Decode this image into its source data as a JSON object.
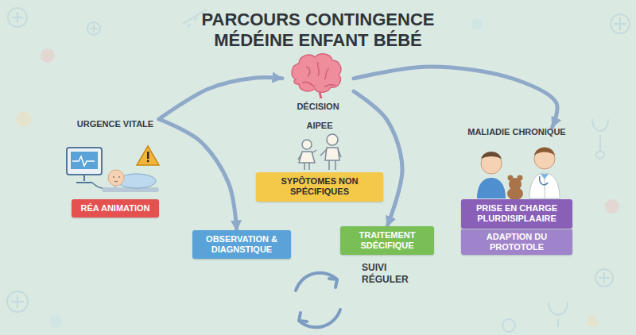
{
  "diagram": {
    "title": "PARCOURS CONTINGENCE MÉDÉINE ENFANT BÉBÉ",
    "nodes": [
      {
        "text": [
          "URGENCE VITALE",
          "RÉA ANIMATION"
        ]
      },
      {
        "text": [
          "DÉCISION"
        ]
      },
      {
        "text": [
          "AIPEE",
          "SYPÔTOMES NON SPÉCIFIQUES"
        ]
      },
      {
        "text": [
          "OBSERVATION & DIAGNSTIQUE"
        ]
      },
      {
        "text": [
          "TRAITEMENT SDÉCIFIQUE"
        ]
      },
      {
        "text": [
          "MALIADIE CHRONIQUE",
          "PRISE EN CHARGE PLURDISIPLAAIRE"
        ]
      },
      {
        "text": [
          "ADAPTION DU PROTOTOLE"
        ]
      }
    ],
    "edges": [
      {
        "from": 0,
        "to": 1,
        "arrow": "to"
      },
      {
        "from": 0,
        "to": 3,
        "arrow": "to"
      },
      {
        "from": 1,
        "to": 5,
        "arrow": "to"
      },
      {
        "from": 1,
        "to": 4,
        "arrow": "to"
      }
    ],
    "labels": [
      "SUIVI RÉGULER"
    ]
  }
}
